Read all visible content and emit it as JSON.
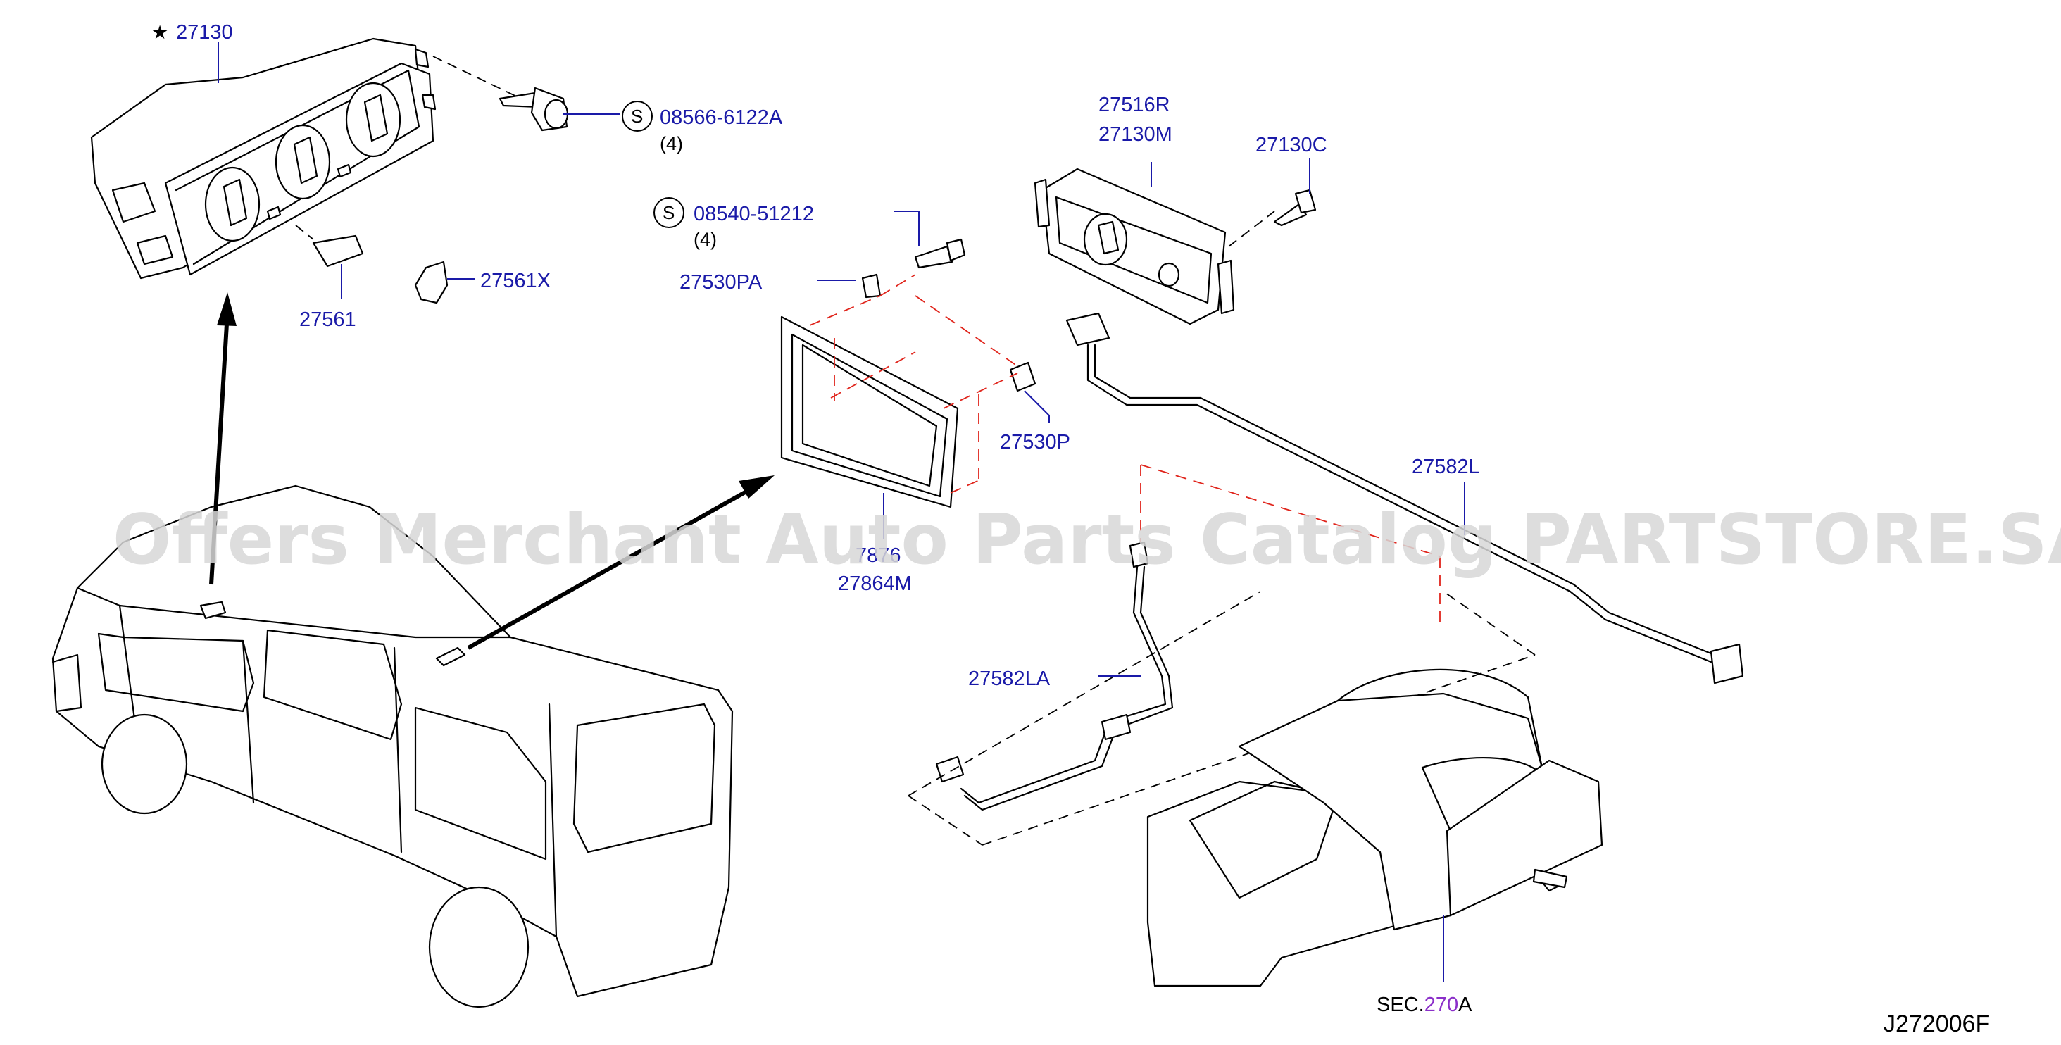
{
  "watermark": "Offers Merchant Auto Parts Catalog PARTSTORE.SA",
  "diagram_code": "J272006F",
  "star_symbol": "★",
  "screw_symbol": "S",
  "parts": {
    "p27130": "27130",
    "p08566": "08566-6122A",
    "p08566_qty": "(4)",
    "p08540": "08540-51212",
    "p08540_qty": "(4)",
    "p27561": "27561",
    "p27561x": "27561X",
    "p27530pa": "27530PA",
    "p27530p": "27530P",
    "p27516r": "27516R",
    "p27130m": "27130M",
    "p27130c": "27130C",
    "p27582l": "27582L",
    "p27582la": "27582LA",
    "p27876": "7876",
    "p27864m": "27864M"
  },
  "section_ref": {
    "prefix": "SEC.",
    "number": "270",
    "suffix": "A"
  }
}
